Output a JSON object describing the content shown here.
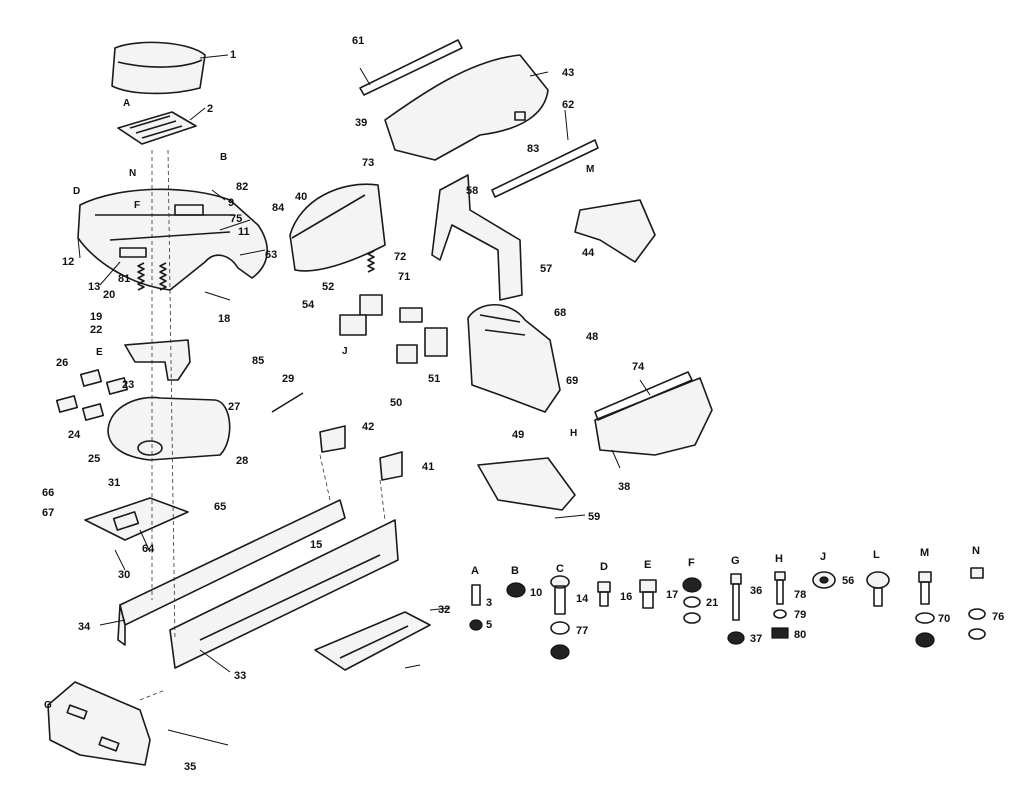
{
  "diagram": {
    "part_labels": [
      "1",
      "2",
      "3",
      "5",
      "9",
      "10",
      "11",
      "12",
      "13",
      "14",
      "15",
      "16",
      "17",
      "18",
      "19",
      "20",
      "21",
      "22",
      "23",
      "24",
      "25",
      "26",
      "27",
      "28",
      "29",
      "30",
      "31",
      "32",
      "33",
      "34",
      "35",
      "36",
      "37",
      "38",
      "39",
      "40",
      "41",
      "42",
      "43",
      "44",
      "48",
      "49",
      "50",
      "51",
      "52",
      "54",
      "56",
      "57",
      "58",
      "59",
      "61",
      "62",
      "63",
      "64",
      "65",
      "66",
      "67",
      "68",
      "69",
      "70",
      "71",
      "72",
      "73",
      "74",
      "75",
      "76",
      "77",
      "78",
      "79",
      "80",
      "81",
      "82",
      "83",
      "84",
      "85"
    ],
    "hardware_keys": [
      "A",
      "B",
      "C",
      "D",
      "E",
      "F",
      "G",
      "H",
      "J",
      "L",
      "M",
      "N"
    ],
    "ref_letters": [
      "A",
      "B",
      "N",
      "D",
      "E",
      "F",
      "G",
      "H",
      "J",
      "M"
    ]
  }
}
